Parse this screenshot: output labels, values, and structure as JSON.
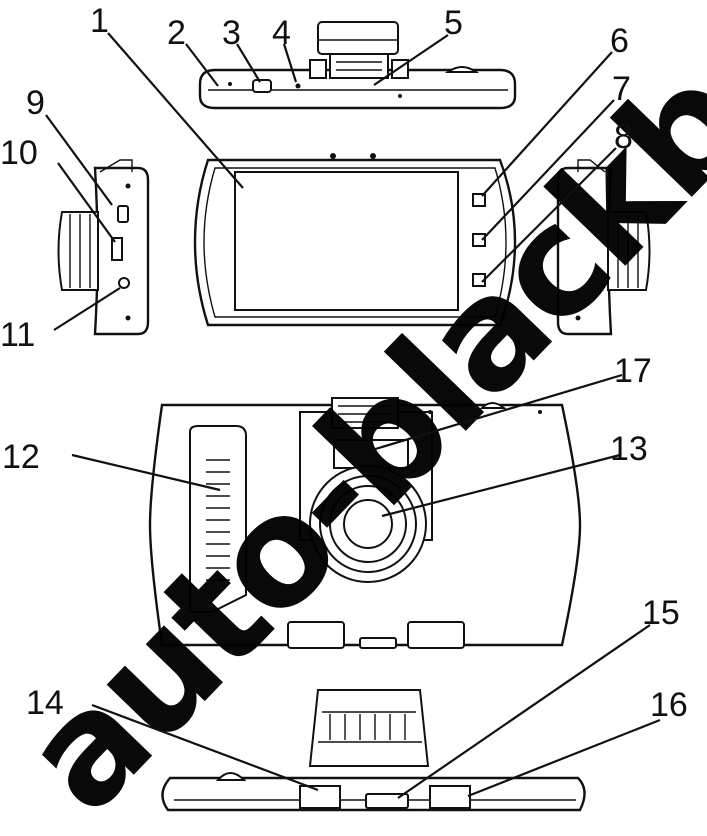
{
  "callouts": [
    {
      "id": "1",
      "text": "1"
    },
    {
      "id": "2",
      "text": "2"
    },
    {
      "id": "3",
      "text": "3"
    },
    {
      "id": "4",
      "text": "4"
    },
    {
      "id": "5",
      "text": "5"
    },
    {
      "id": "6",
      "text": "6"
    },
    {
      "id": "7",
      "text": "7"
    },
    {
      "id": "8",
      "text": "8"
    },
    {
      "id": "9",
      "text": "9"
    },
    {
      "id": "10",
      "text": "10"
    },
    {
      "id": "11",
      "text": "11"
    },
    {
      "id": "12",
      "text": "12"
    },
    {
      "id": "13",
      "text": "13"
    },
    {
      "id": "14",
      "text": "14"
    },
    {
      "id": "15",
      "text": "15"
    },
    {
      "id": "16",
      "text": "16"
    },
    {
      "id": "17",
      "text": "17"
    }
  ],
  "watermark": {
    "text": "auto-blackbox",
    "color": "#000000"
  },
  "colors": {
    "line": "#111111",
    "background": "#ffffff"
  }
}
